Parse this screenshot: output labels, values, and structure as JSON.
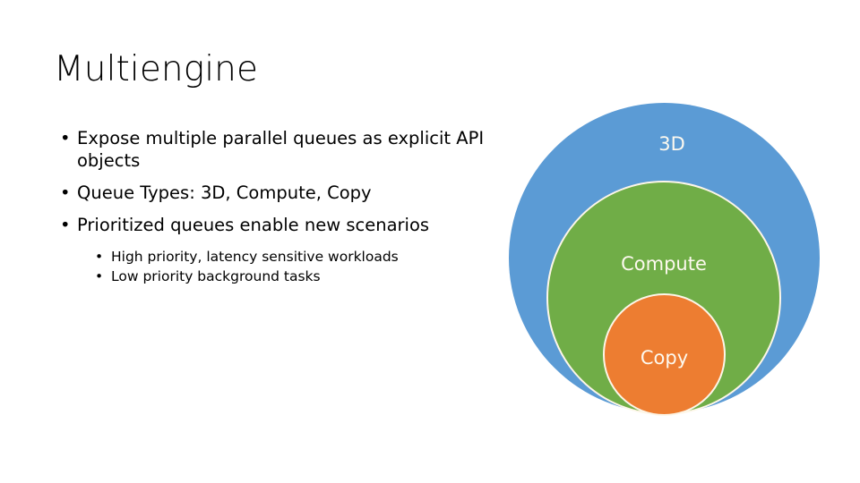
{
  "slide": {
    "title": "Multiengine",
    "background_color": "#ffffff"
  },
  "body": {
    "bullet_char": "•",
    "level1": [
      {
        "text": "Expose multiple parallel queues as explicit API objects"
      },
      {
        "text": "Queue Types: 3D, Compute, Copy"
      },
      {
        "text": "Prioritized queues enable new scenarios"
      }
    ],
    "level2": [
      {
        "text": "High priority, latency sensitive workloads"
      },
      {
        "text": "Low priority background tasks"
      }
    ]
  },
  "diagram": {
    "type": "nested-circles",
    "label_color": "#fdf9ef",
    "outline_color": "#fdf6e8",
    "circles": [
      {
        "name": "3D",
        "label": "3D",
        "color": "#5b9bd5",
        "diameter": 347,
        "level": 1
      },
      {
        "name": "Compute",
        "label": "Compute",
        "color": "#70ad47",
        "diameter": 262,
        "level": 2
      },
      {
        "name": "Copy",
        "label": "Copy",
        "color": "#ed7d31",
        "diameter": 137,
        "level": 3
      }
    ]
  }
}
